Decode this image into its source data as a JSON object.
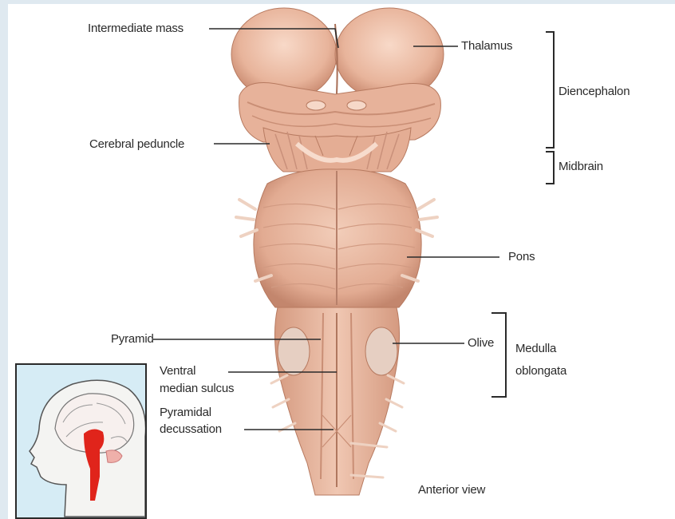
{
  "labels": {
    "intermediate_mass": "Intermediate mass",
    "thalamus": "Thalamus",
    "diencephalon": "Diencephalon",
    "cerebral_peduncle": "Cerebral peduncle",
    "midbrain": "Midbrain",
    "pons": "Pons",
    "pyramid": "Pyramid",
    "olive": "Olive",
    "medulla_line1": "Medulla",
    "medulla_line2": "oblongata",
    "ventral_line1": "Ventral",
    "ventral_line2": "median sulcus",
    "pyramidal_line1": "Pyramidal",
    "pyramidal_line2": "decussation",
    "view": "Anterior view"
  },
  "colors": {
    "tissue": "#e9b9a2",
    "tissue_dark": "#c98a70",
    "tissue_light": "#f5d6c6",
    "leader": "#2a2a2a",
    "inset_bg": "#d6ecf5",
    "inset_highlight": "#e0241b"
  }
}
